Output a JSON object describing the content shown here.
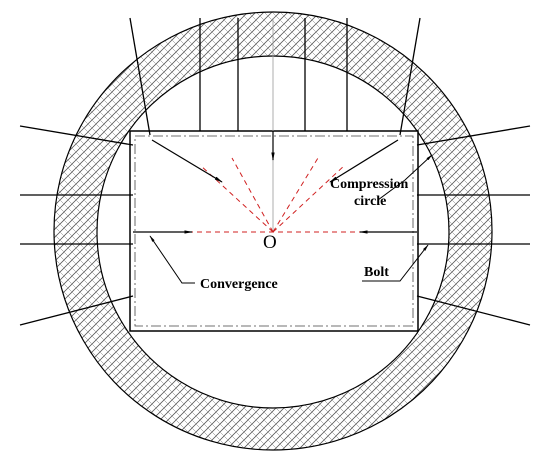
{
  "labels": {
    "center": "O",
    "compression_line1": "Compression",
    "compression_line2": "circle",
    "convergence": "Convergence",
    "bolt": "Bolt"
  },
  "colors": {
    "line": "#000000",
    "hatch_fill": "#ffffff",
    "dashed_red": "#d02020",
    "guide_gray": "#999999"
  }
}
